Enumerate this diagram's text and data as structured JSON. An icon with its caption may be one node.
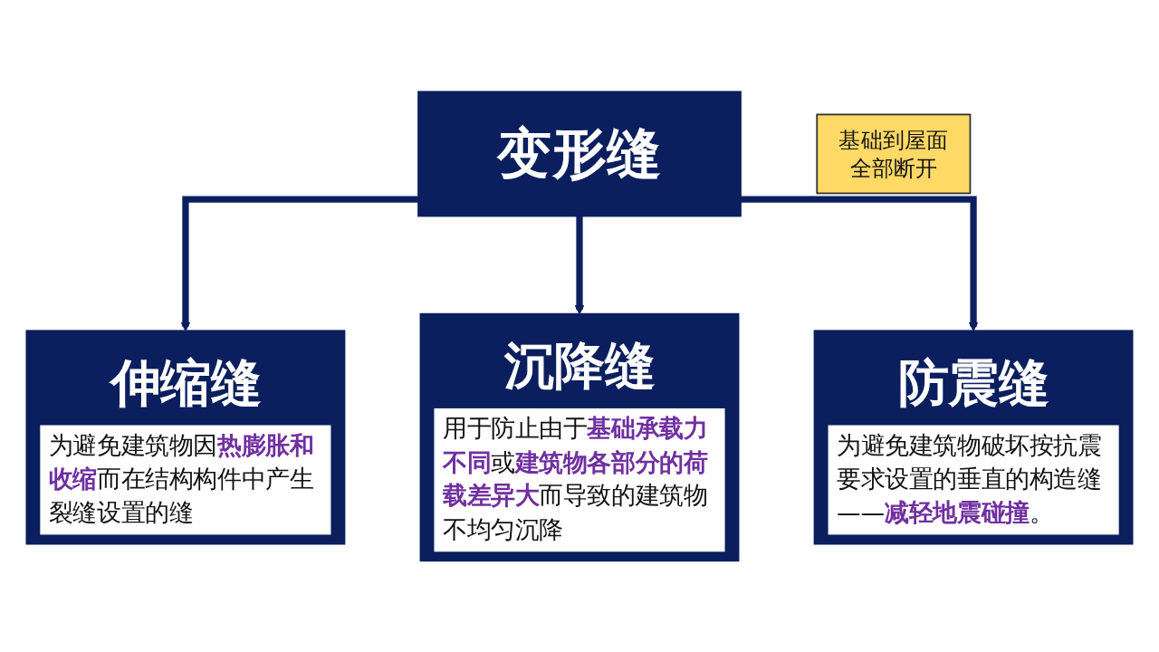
{
  "diagram": {
    "nodes": [
      {
        "text": [
          "变形缝"
        ]
      },
      {
        "text": [
          "伸缩缝",
          "为避免建筑物因**热膨胀和收缩**而在结构构件中产生裂缝设置的缝"
        ]
      },
      {
        "text": [
          "基础到屋面全部断开"
        ]
      },
      {
        "text": [
          "沉降缝",
          "用于防止由于**基础承载力不同**或**建筑物各部分的荷载差异大**而导致的建筑物不均匀沉降"
        ]
      },
      {
        "text": [
          "防震缝",
          "为避免建筑物破坏按抗震要求设置的垂直的构造缝——**减轻地震碰撞**。"
        ]
      }
    ],
    "edges": [
      {
        "from": 0,
        "to": 1,
        "arrow": "to"
      },
      {
        "from": 0,
        "to": 3,
        "arrow": "to"
      },
      {
        "from": 0,
        "to": 4,
        "arrow": "to"
      }
    ]
  }
}
